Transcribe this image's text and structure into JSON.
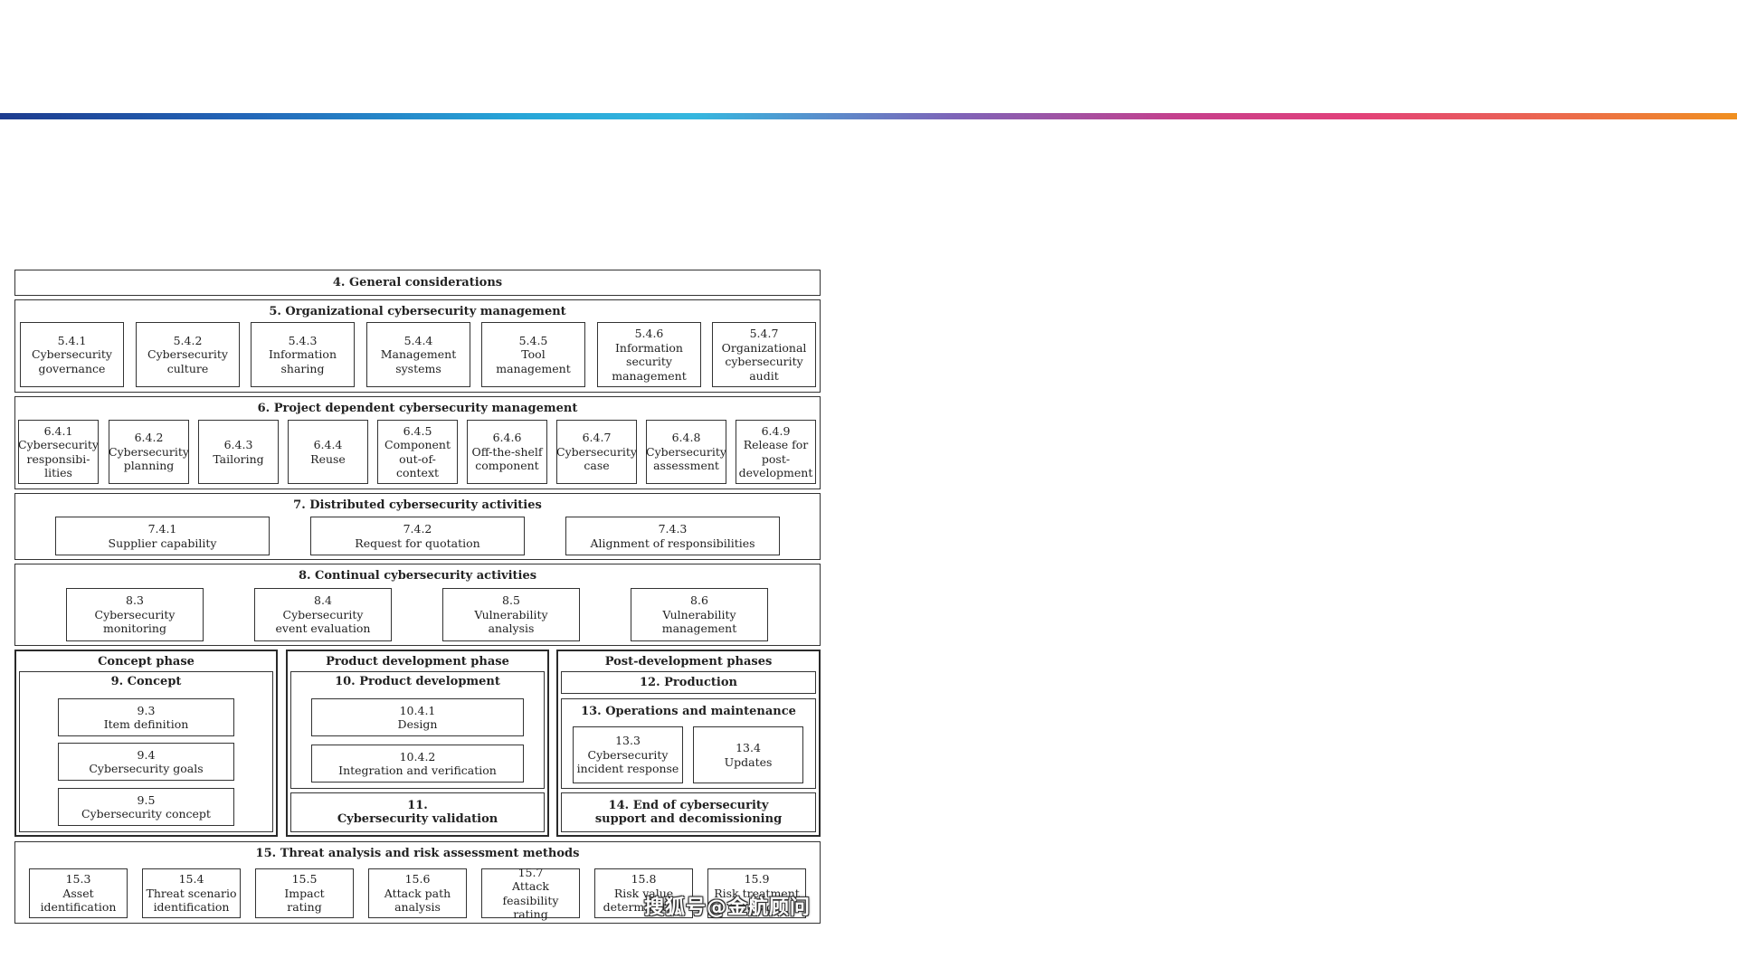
{
  "general": {
    "title": "4. General considerations"
  },
  "org": {
    "title": "5. Organizational cybersecurity management",
    "items": [
      "5.4.1\nCybersecurity\ngovernance",
      "5.4.2\nCybersecurity\nculture",
      "5.4.3\nInformation\nsharing",
      "5.4.4\nManagement\nsystems",
      "5.4.5\nTool\nmanagement",
      "5.4.6\nInformation\nsecurity\nmanagement",
      "5.4.7\nOrganizational\ncybersecurity\naudit"
    ]
  },
  "project": {
    "title": "6. Project dependent cybersecurity management",
    "items": [
      "6.4.1\nCybersecurity\nresponsibi-\nlities",
      "6.4.2\nCybersecurity\nplanning",
      "6.4.3\nTailoring",
      "6.4.4\nReuse",
      "6.4.5\nComponent\nout-of-context",
      "6.4.6\nOff-the-shelf\ncomponent",
      "6.4.7\nCybersecurity\ncase",
      "6.4.8\nCybersecurity\nassessment",
      "6.4.9\nRelease for\npost-\ndevelopment"
    ]
  },
  "distributed": {
    "title": "7. Distributed cybersecurity activities",
    "items": [
      "7.4.1\nSupplier capability",
      "7.4.2\nRequest for quotation",
      "7.4.3\nAlignment of responsibilities"
    ]
  },
  "continual": {
    "title": "8. Continual cybersecurity activities",
    "items": [
      "8.3\nCybersecurity\nmonitoring",
      "8.4\nCybersecurity\nevent evaluation",
      "8.5\nVulnerability\nanalysis",
      "8.6\nVulnerability\nmanagement"
    ]
  },
  "concept_phase": {
    "title": "Concept phase",
    "concept": {
      "title": "9. Concept",
      "items": [
        "9.3\nItem definition",
        "9.4\nCybersecurity goals",
        "9.5\nCybersecurity concept"
      ]
    }
  },
  "product_phase": {
    "title": "Product development phase",
    "development": {
      "title": "10. Product development",
      "items": [
        "10.4.1\nDesign",
        "10.4.2\nIntegration and verification"
      ]
    },
    "validation": "11.\nCybersecurity validation"
  },
  "post_phase": {
    "title": "Post-development phases",
    "production": "12. Production",
    "operations": {
      "title": "13. Operations and maintenance",
      "items": [
        "13.3\nCybersecurity\nincident response",
        "13.4\nUpdates"
      ]
    },
    "end": "14. End of cybersecurity\nsupport and decomissioning"
  },
  "threat": {
    "title": "15. Threat analysis and risk assessment methods",
    "items": [
      "15.3\nAsset\nidentification",
      "15.4\nThreat scenario\nidentification",
      "15.5\nImpact\nrating",
      "15.6\nAttack path\nanalysis",
      "15.7\nAttack feasibility\nrating",
      "15.8\nRisk value\ndetermination",
      "15.9\nRisk treatment\ndecision"
    ]
  },
  "watermark": "搜狐号@金航顾问"
}
